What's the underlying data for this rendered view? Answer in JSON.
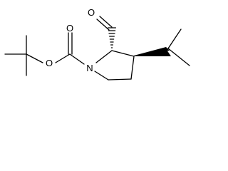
{
  "molecule": {
    "atoms": {
      "nitrogen": "N",
      "ester_oxygen": "O",
      "carbonyl_oxygen": "O",
      "aldehyde_oxygen": "O"
    }
  }
}
